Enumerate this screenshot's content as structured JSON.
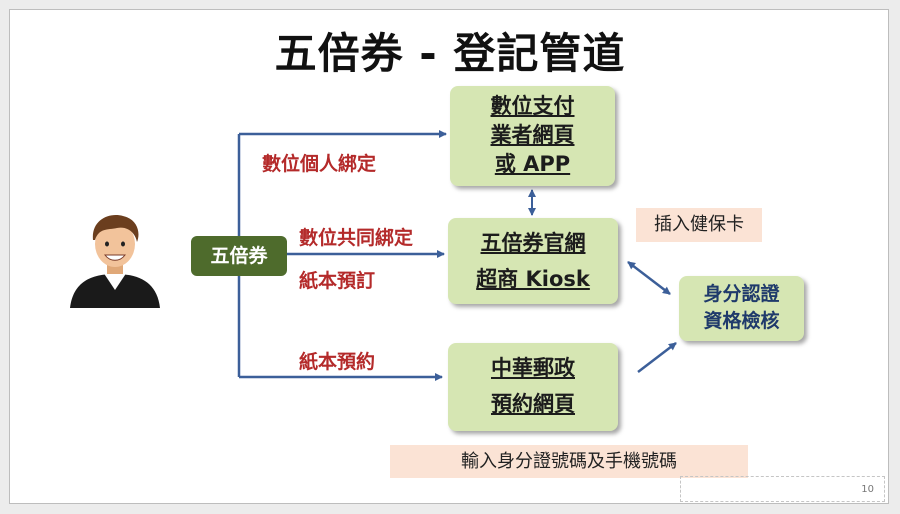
{
  "title": "五倍券 - 登記管道",
  "voucher_label": "五倍券",
  "channels": {
    "digital_personal": "數位個人綁定",
    "digital_shared": "數位共同綁定",
    "paper_order": "紙本預訂",
    "paper_reserve": "紙本預約"
  },
  "boxes": {
    "payment": [
      "數位支付",
      "業者網頁",
      "或 APP"
    ],
    "official": [
      "五倍券官網",
      "超商 Kiosk"
    ],
    "post": [
      "中華郵政",
      "預約網頁"
    ],
    "verify": [
      "身分認證",
      "資格檢核"
    ]
  },
  "notes": {
    "insert_card": "插入健保卡",
    "enter_id": "輸入身分證號碼及手機號碼"
  },
  "page_number": "10",
  "colors": {
    "box_fill": "#d6e6b3",
    "voucher_fill": "#4e6b2c",
    "arrow": "#3c5f99",
    "channel_text": "#b42a2a",
    "note_fill": "#fbe3d5"
  }
}
